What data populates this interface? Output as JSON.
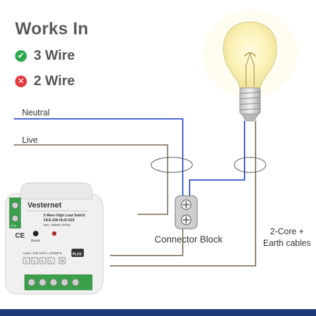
{
  "heading": "Works In",
  "options": [
    {
      "label": "3 Wire",
      "glyph": "✔",
      "status": "supported",
      "color": "#2fa84f"
    },
    {
      "label": "2 Wire",
      "glyph": "✕",
      "status": "not-supported",
      "color": "#e0393e"
    }
  ],
  "wires": {
    "neutral": "Neutral",
    "live": "Live"
  },
  "connector_label": "Connector Block",
  "cables_label": {
    "line1": "2-Core +",
    "line2": "Earth cables"
  },
  "device": {
    "brand": "Vesternet",
    "product": "Z-Wave High Load Switch",
    "model": "VES-ZW-HLD-016",
    "rating": "Max. 3680W 20T50",
    "reset_label": "Reset",
    "ce_mark": "CE",
    "input": "Input: 100-240V~,50/60Hz",
    "terminals": [
      "L",
      "L",
      "L",
      "L",
      "N"
    ],
    "zwave_badge": "PLUS",
    "side_text": "S N"
  },
  "colors": {
    "neutral_wire": "#2f52c8",
    "live_wire": "#8a7a63",
    "accent_bar": "#1e3b78",
    "terminal_green": "#3aa04a"
  }
}
